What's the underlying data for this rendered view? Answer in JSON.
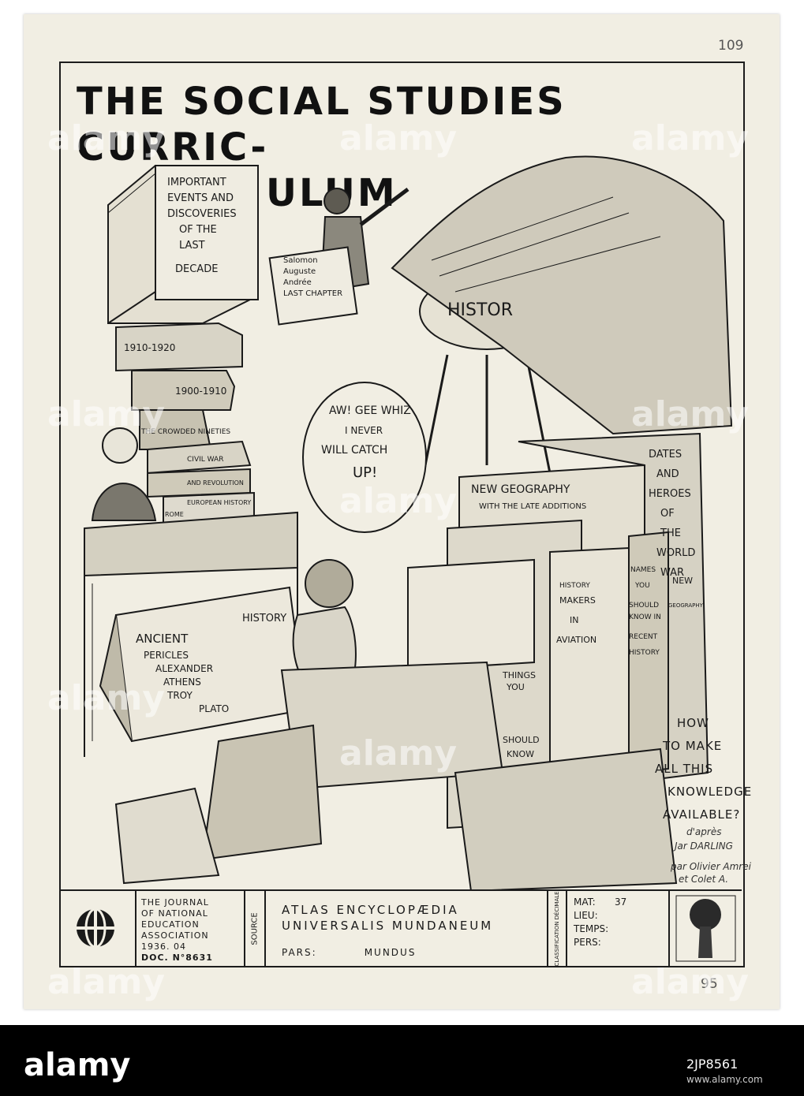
{
  "drawing": {
    "title_line1": "THE SOCIAL STUDIES CURRIC-",
    "title_line2": "ULUM",
    "corner_number": "109",
    "bottom_number": "95",
    "books": {
      "important_events": [
        "IMPORTANT",
        "EVENTS AND",
        "DISCOVERIES",
        "OF THE",
        "LAST",
        "DECADE"
      ],
      "letter": [
        "Salomon",
        "Auguste",
        "Andrée",
        "LAST CHAPTER"
      ],
      "history_sack": "HISTOR",
      "stack_left": [
        "1910-1920",
        "1900-1910",
        "THE CROWDED NINETIES",
        "CIVIL WAR",
        "AND REVOLUTION",
        "EUROPEAN HISTORY",
        "ROME"
      ],
      "speech": [
        "AW! GEE WHIZ",
        "I NEVER",
        "WILL CATCH",
        "UP!"
      ],
      "ancient_book": [
        "ANCIENT",
        "PERICLES",
        "ALEXANDER",
        "ATHENS",
        "TROY",
        "PLATO",
        "HISTORY"
      ],
      "geography": [
        "NEW GEOGRAPHY",
        "WITH THE LATE ADDITIONS"
      ],
      "dates_heroes": [
        "DATES",
        "AND",
        "HEROES",
        "OF",
        "THE",
        "WORLD",
        "WAR"
      ],
      "makers": [
        "HISTORY",
        "MAKERS",
        "IN",
        "AVIATION"
      ],
      "names": [
        "NAMES",
        "YOU",
        "SHOULD",
        "KNOW IN",
        "RECENT",
        "HISTORY"
      ],
      "new_geo": [
        "NEW",
        "GEOGRAPHY"
      ],
      "things": [
        "THINGS",
        "YOU"
      ],
      "should_know": [
        "SHOULD",
        "KNOW"
      ]
    },
    "how_lines": [
      "HOW",
      "TO MAKE",
      "ALL THIS",
      "KNOWLEDGE",
      "AVAILABLE?"
    ],
    "credit_line1": "d'après",
    "credit_line2": "Jar DARLING",
    "credit_line3": "par Olivier Amrei",
    "credit_line4": "et Colet A."
  },
  "footer": {
    "journal": [
      "THE JOURNAL",
      "OF NATIONAL",
      "EDUCATION",
      "ASSOCIATION"
    ],
    "date": "1936. 04",
    "doc": "DOC. N°8631",
    "source_label": "SOURCE",
    "atlas_line1": "ATLAS ENCYCLOPÆDIA",
    "atlas_line2": "UNIVERSALIS MUNDANEUM",
    "pars_label": "PARS:",
    "pars_value": "MUNDUS",
    "class_label": "CLASSIFICATION DÉCIMALE",
    "meta": [
      {
        "k": "MAT:",
        "v": "37"
      },
      {
        "k": "LIEU:",
        "v": ""
      },
      {
        "k": "TEMPS:",
        "v": ""
      },
      {
        "k": "PERS:",
        "v": ""
      }
    ]
  },
  "watermarks": [
    "alamy",
    "alamy",
    "alamy",
    "alamy",
    "alamy",
    "alamy",
    "alamy",
    "alamy",
    "alamy",
    "alamy"
  ],
  "stock_bar": {
    "logo": "alamy",
    "image_id": "2JP8561",
    "url": "www.alamy.com"
  }
}
